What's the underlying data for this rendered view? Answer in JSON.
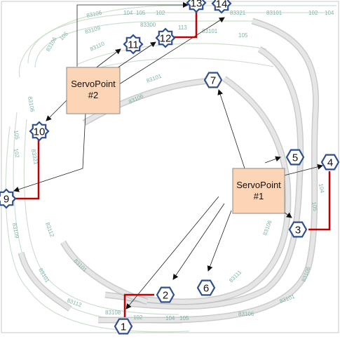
{
  "servopoints": [
    {
      "id": "sp1",
      "line1": "ServoPoint",
      "line2": "#1"
    },
    {
      "id": "sp2",
      "line1": "ServoPoint",
      "line2": "#2"
    }
  ],
  "markers": [
    {
      "n": "1",
      "shape": "hexagon"
    },
    {
      "n": "2",
      "shape": "hexagon"
    },
    {
      "n": "3",
      "shape": "hexagon"
    },
    {
      "n": "4",
      "shape": "hexagon"
    },
    {
      "n": "5",
      "shape": "hexagon"
    },
    {
      "n": "6",
      "shape": "hexagon"
    },
    {
      "n": "7",
      "shape": "hexagon"
    },
    {
      "n": "9",
      "shape": "star"
    },
    {
      "n": "10",
      "shape": "star"
    },
    {
      "n": "11",
      "shape": "star"
    },
    {
      "n": "12",
      "shape": "star"
    },
    {
      "n": "13",
      "shape": "star"
    },
    {
      "n": "14",
      "shape": "star"
    }
  ],
  "track_labels": [
    "83106",
    "104",
    "105",
    "102",
    "83321",
    "83101",
    "102",
    "104",
    "83109",
    "83300",
    "113",
    "83101",
    "105",
    "83106",
    "105",
    "83110",
    "83101",
    "83106",
    "83106",
    "105",
    "102",
    "83321",
    "83109",
    "83112",
    "83101",
    "83101",
    "83112",
    "83111",
    "83106",
    "83106",
    "83108",
    "104",
    "105",
    "102",
    "83106",
    "83101",
    "105",
    "104"
  ],
  "colors": {
    "wire": "#c00000",
    "servopoint_fill": "#fbd5b5",
    "marker_outline": "#2f4f8f"
  }
}
